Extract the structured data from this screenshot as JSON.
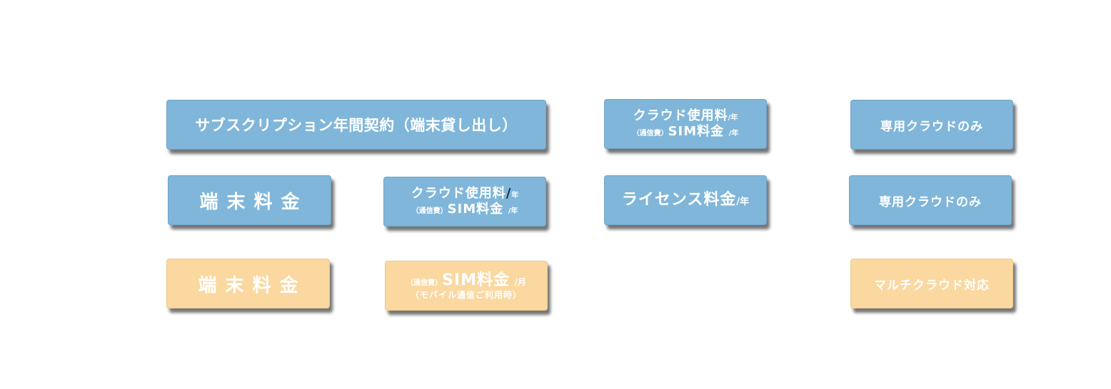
{
  "boxes": {
    "subscription": {
      "label": "サブスクリプション年間契約（端末貸し出し）"
    },
    "cloud_sim_1": {
      "line1_main": "クラウド使用料",
      "line1_unit": "/年",
      "line2_prefix": "（通信費）",
      "line2_main": "SIM料金",
      "line2_unit": "/年"
    },
    "dedicated_cloud_1": {
      "label": "専用クラウドのみ"
    },
    "device_fee_blue": {
      "label": "端末料金"
    },
    "cloud_sim_2": {
      "line1_main": "クラウド使用料",
      "line1_slash": "/",
      "line1_unit": "年",
      "line2_prefix": "（通信費）",
      "line2_main": "SIM料金",
      "line2_unit": "/年"
    },
    "license_fee": {
      "label_main": "ライセンス料金",
      "label_unit": "/年"
    },
    "dedicated_cloud_2": {
      "label": "専用クラウドのみ"
    },
    "device_fee_orange": {
      "label": "端末料金"
    },
    "sim_monthly": {
      "line1_prefix": "（通信費）",
      "line1_main": "SIM料金",
      "line1_unit": "/月",
      "line2": "（モバイル通信ご利用時）"
    },
    "multi_cloud": {
      "label": "マルチクラウド対応"
    }
  },
  "colors": {
    "blue": "#80b6d9",
    "orange": "#fad8a0",
    "text": "#ffffff"
  }
}
